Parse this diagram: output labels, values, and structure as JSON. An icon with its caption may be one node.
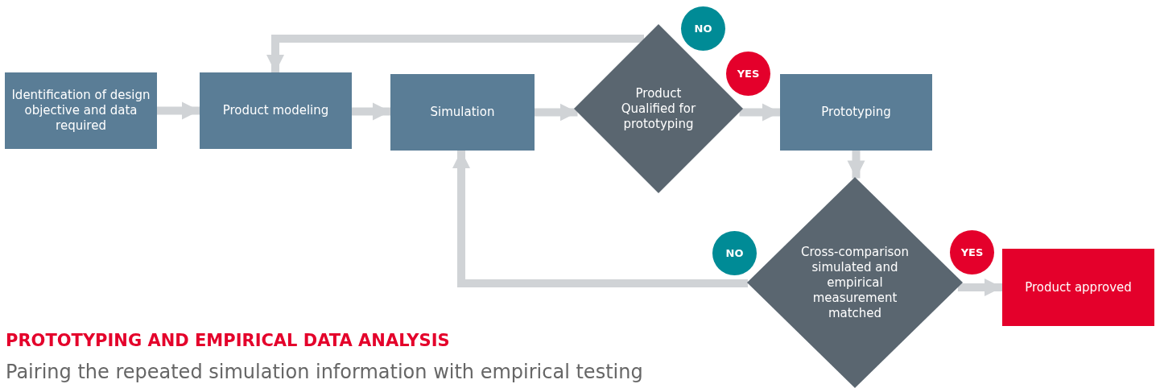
{
  "diagram": {
    "title": "PROTOTYPING AND EMPIRICAL DATA ANALYSIS",
    "caption": "Pairing the repeated simulation information with empirical testing",
    "nodes": [
      {
        "text": [
          "Identification of design objective and data required"
        ]
      },
      {
        "text": [
          "Product modeling"
        ]
      },
      {
        "text": [
          "Simulation"
        ]
      },
      {
        "text": [
          "Product Qualified for prototyping"
        ]
      },
      {
        "text": [
          "Prototyping"
        ]
      },
      {
        "text": [
          "Cross-comparison simulated and empirical measurement matched"
        ]
      },
      {
        "text": [
          "Product approved"
        ]
      },
      {
        "text": [
          "NO"
        ]
      },
      {
        "text": [
          "YES"
        ]
      },
      {
        "text": [
          "NO"
        ]
      },
      {
        "text": [
          "YES"
        ]
      }
    ],
    "edges": [
      {
        "from": 0,
        "to": 1,
        "arrow": "to"
      },
      {
        "from": 1,
        "to": 2,
        "arrow": "to"
      },
      {
        "from": 2,
        "to": 3,
        "arrow": "to"
      },
      {
        "from": 3,
        "to": 4,
        "arrow": "to"
      },
      {
        "from": 3,
        "to": 1,
        "arrow": "to"
      },
      {
        "from": 4,
        "to": 5,
        "arrow": "to"
      },
      {
        "from": 5,
        "to": 2,
        "arrow": "to"
      },
      {
        "from": 5,
        "to": 6,
        "arrow": "to"
      }
    ]
  }
}
